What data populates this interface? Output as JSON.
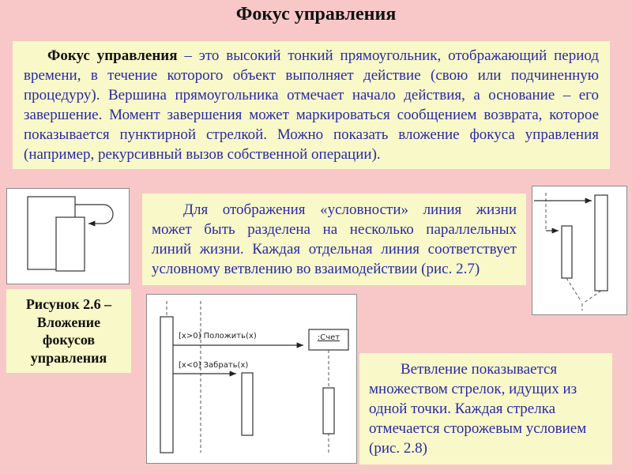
{
  "slide": {
    "title": "Фокус управления"
  },
  "colors": {
    "background": "#f8c8c8",
    "panel_yellow": "#f8f8c8",
    "text_blue": "#2a2aa8",
    "text_black": "#111111"
  },
  "intro": {
    "lead": "Фокус управления",
    "body": " – это высокий тонкий прямоугольник, отображающий период времени, в течение которого объект выполняет действие (свою или подчиненную процедуру). Вершина прямоугольника отмечает начало действия, а основание – его завершение. Момент завершения может маркироваться сообщением возврата, которое показывается пунктирной стрелкой. Можно показать вложение фокуса управления (например, рекурсивный вызов собственной операции)."
  },
  "figure26": {
    "caption": "Рисунок 2.6 – Вложение фокусов управления"
  },
  "lifeline_note": "Для отображения «условности» линия жизни может быть разделена на несколько параллельных линий жизни. Каждая отдельная линия соответствует условному ветвлению во взаимодействии (рис. 2.7)",
  "branching_note": "Ветвление показывается множеством стрелок, идущих из одной точки. Каждая стрелка отмечается сторожевым условием (рис. 2.8)",
  "sequence": {
    "object": ":Счет",
    "message_positive": "[x>0] Положить(x)",
    "message_negative": "[x<0] Забрать(x)"
  }
}
